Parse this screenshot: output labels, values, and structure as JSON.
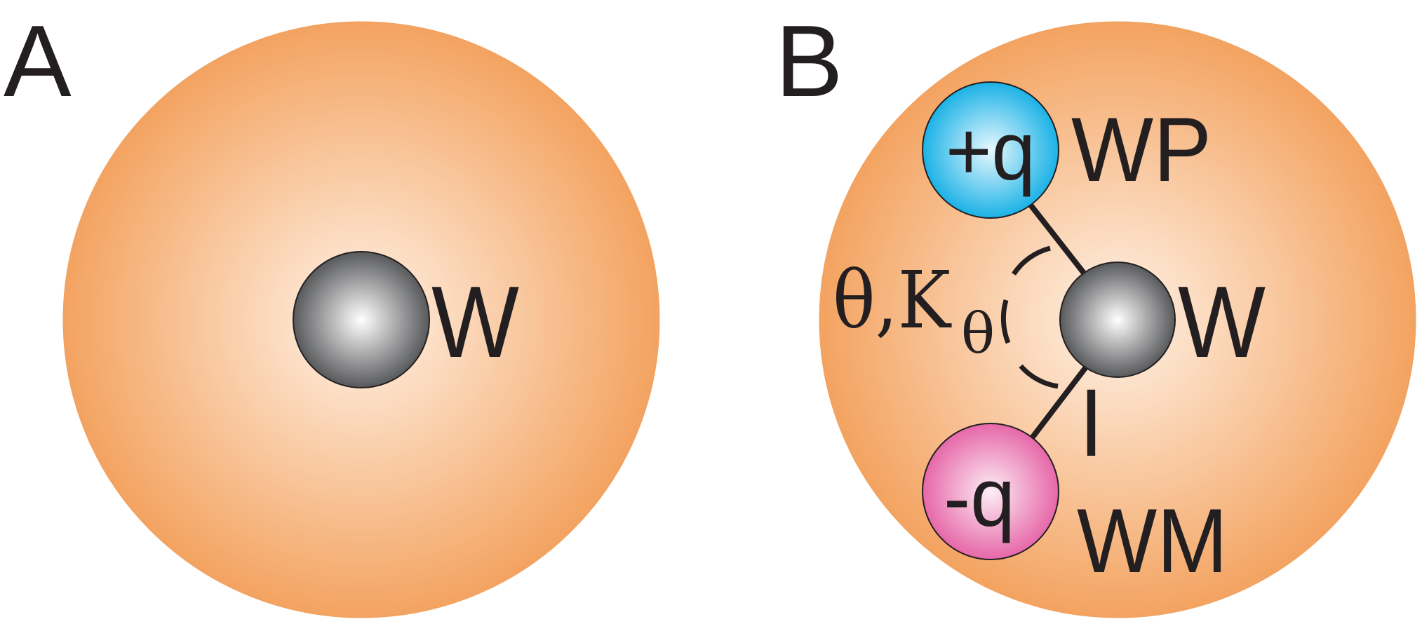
{
  "panels": {
    "a": {
      "letter": "A",
      "center_label": "W"
    },
    "b": {
      "letter": "B",
      "center_label": "W",
      "plus_charge": "+q",
      "plus_label": "WP",
      "minus_charge": "-q",
      "minus_label": "WM",
      "bond_label": "l",
      "angle_label": "θ,K",
      "angle_subscript": "θ",
      "angle_symbol": "θ"
    }
  },
  "colors": {
    "shell_edge": "#f3a25f",
    "shell_center": "#fff2e6",
    "core_dark": "#58595b",
    "core_light": "#ffffff",
    "plus_dark": "#1bb2e6",
    "plus_light": "#e8f8ff",
    "minus_dark": "#e667a8",
    "minus_light": "#fdeef5",
    "ink": "#231f20"
  }
}
